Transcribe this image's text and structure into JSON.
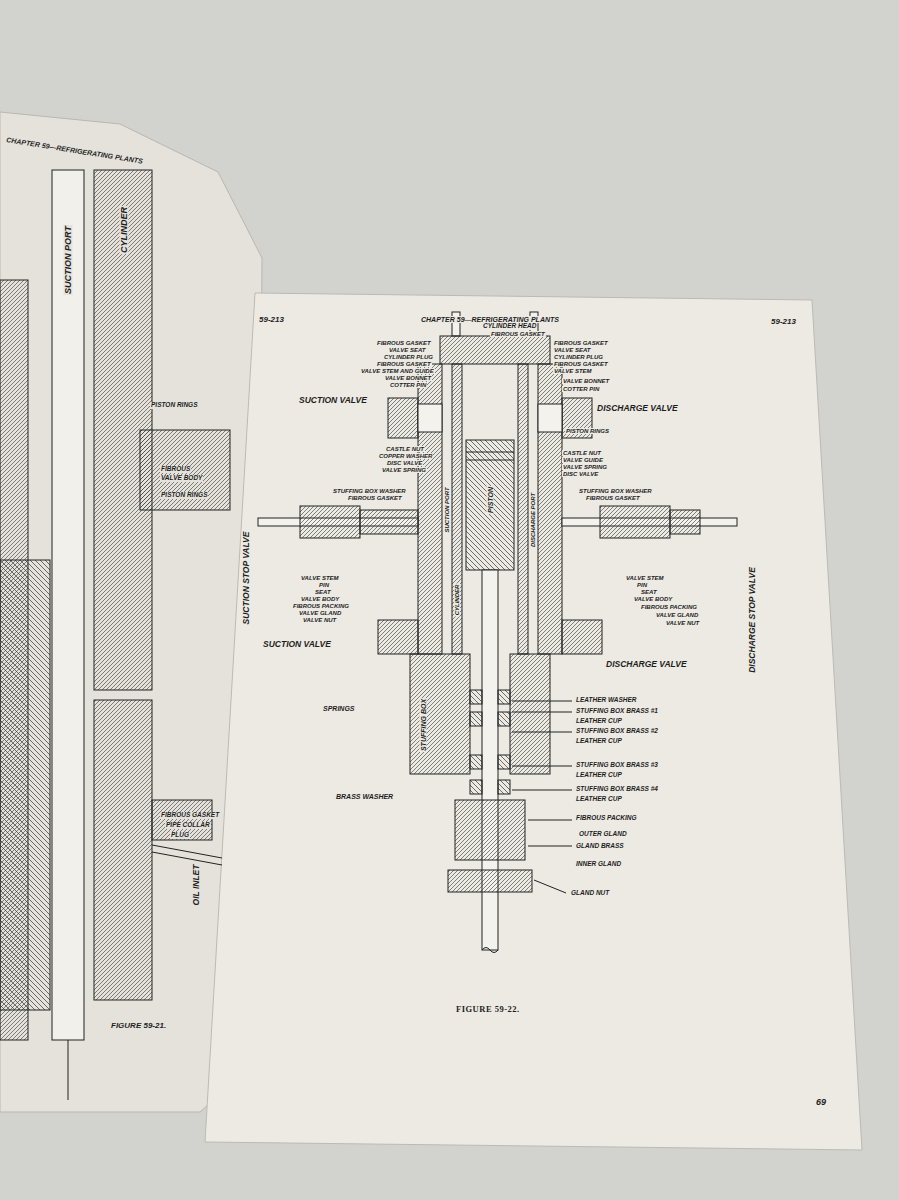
{
  "diagram": {
    "caption": "FIGURE 59-22.",
    "labels": [
      "59-213",
      "CHAPTER 59—REFRIGERATING PLANTS",
      "59-213",
      "CYLINDER HEAD",
      "FIBROUS GASKET",
      "FIBROUS GASKET",
      "VALVE SEAT",
      "CYLINDER PLUG",
      "FIBROUS GASKET",
      "VALVE STEM AND GUIDE",
      "VALVE BONNET",
      "COTTER PIN",
      "FIBROUS GASKET",
      "VALVE SEAT",
      "CYLINDER PLUG",
      "FIBROUS GASKET",
      "VALVE STEM",
      "VALVE BONNET",
      "COTTER PIN",
      "SUCTION VALVE",
      "DISCHARGE VALVE",
      "CASTLE NUT",
      "COPPER WASHER",
      "DISC VALVE",
      "VALVE SPRING",
      "PISTON RINGS",
      "CASTLE NUT",
      "VALVE GUIDE",
      "VALVE SPRING",
      "DISC VALVE",
      "STUFFING BOX WASHER",
      "FIBROUS GASKET",
      "STUFFING BOX WASHER",
      "FIBROUS GASKET",
      "SUCTION PORT",
      "CYLINDER",
      "PISTON",
      "DISCHARGE PORT",
      "VALVE STEM",
      "PIN",
      "SEAT",
      "VALVE BODY",
      "FIBROUS PACKING",
      "VALVE GLAND",
      "VALVE NUT",
      "VALVE STEM",
      "PIN",
      "SEAT",
      "VALVE BODY",
      "FIBROUS PACKING",
      "VALVE GLAND",
      "VALVE NUT",
      "SUCTION STOP VALVE",
      "DISCHARGE STOP VALVE",
      "SUCTION VALVE",
      "DISCHARGE VALVE",
      "SPRINGS",
      "STUFFING BOX",
      "BRASS WASHER",
      "LEATHER WASHER",
      "STUFFING BOX BRASS #1",
      "LEATHER CUP",
      "STUFFING BOX BRASS #2",
      "LEATHER CUP",
      "STUFFING BOX BRASS #3",
      "LEATHER CUP",
      "STUFFING BOX BRASS #4",
      "LEATHER CUP",
      "FIBROUS PACKING",
      "OUTER GLAND",
      "GLAND BRASS",
      "INNER GLAND",
      "GLAND NUT",
      "69",
      "CHAPTER 59—REFRIGERATING PLANTS",
      "SUCTION PORT",
      "CYLINDER",
      "PISTON RINGS",
      "FIBROUS",
      "VALVE BODY",
      "PISTON RINGS",
      "FIBROUS GASKET",
      "PIPE COLLAR",
      "PLUG",
      "OIL INLET",
      "FIGURE 59-21."
    ]
  }
}
